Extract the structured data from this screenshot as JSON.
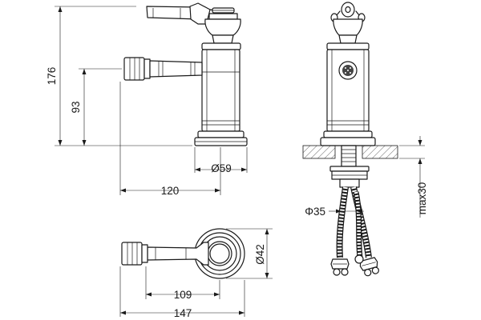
{
  "dimensions": {
    "total_height": "176",
    "spout_height": "93",
    "base_diameter": "Ø59",
    "spout_reach": "120",
    "plan_diameter": "Ø42",
    "plan_reach_inner": "109",
    "plan_reach_total": "147",
    "hole_diameter": "Φ35",
    "max_deck": "max30"
  }
}
